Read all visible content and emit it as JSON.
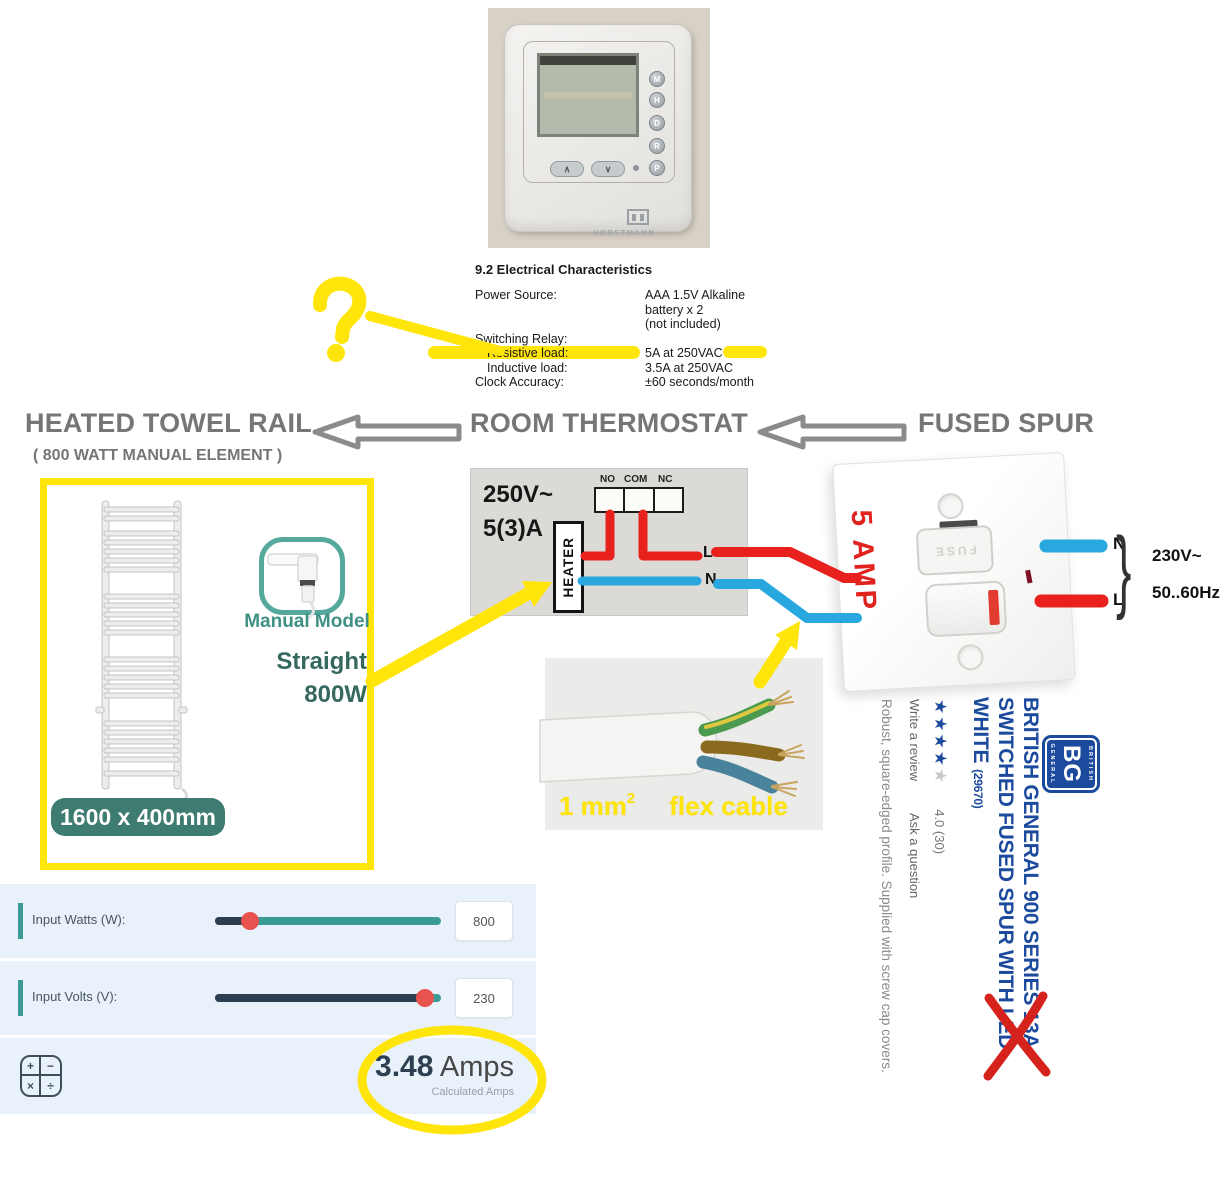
{
  "thermostat_photo": {
    "buttons": [
      "M",
      "H",
      "D",
      "R",
      "P"
    ],
    "up_label": "∧",
    "down_label": "∨",
    "brand": "HORSTMANN"
  },
  "spec": {
    "title": "9.2  Electrical Characteristics",
    "rows": [
      {
        "label": "Power Source:",
        "value": "AAA 1.5V Alkaline"
      },
      {
        "label": "",
        "value": "battery x 2"
      },
      {
        "label": "",
        "value": "(not included)"
      },
      {
        "label": "Switching Relay:",
        "value": ""
      },
      {
        "label": "Resistive load:",
        "value": "5A at 250VAC"
      },
      {
        "label": "Inductive load:",
        "value": "3.5A at 250VAC"
      },
      {
        "label": "Clock Accuracy:",
        "value": "±60 seconds/month"
      }
    ]
  },
  "headings": {
    "left": "HEATED TOWEL RAIL",
    "left_sub": "( 800 WATT MANUAL ELEMENT )",
    "middle": "ROOM THERMOSTAT",
    "right": "FUSED SPUR"
  },
  "towel_rail": {
    "icon_label": "Manual Model",
    "line1": "Straight",
    "line2": "800W",
    "size_badge": "1600 x 400mm"
  },
  "wiring": {
    "voltage": "250V~",
    "amps": "5(3)A",
    "terminals": [
      "NO",
      "COM",
      "NC"
    ],
    "heater": "HEATER",
    "l": "L",
    "n": "N"
  },
  "spur": {
    "amp_note": "5 AMP",
    "fuse": "FUSE",
    "n": "N",
    "l": "L",
    "brace": "}",
    "volt": "230V~",
    "freq": "50..60Hz"
  },
  "cable": {
    "size": "1 mm",
    "sup": "2",
    "label": "flex cable"
  },
  "product": {
    "logo_top": "BRITISH",
    "logo_bg": "BG",
    "logo_bottom": "GENERAL",
    "title1": "BRITISH GENERAL 900 SERIES 13A",
    "title2": "SWITCHED FUSED SPUR WITH LED",
    "title3": "WHITE",
    "title3_code": "(29670)",
    "stars_filled": "★★★★",
    "stars_empty": "★",
    "rating": "4.0  (30)",
    "review_link": "Write a review",
    "question_link": "Ask a question",
    "description": "Robust, square-edged profile. Supplied with screw cap covers."
  },
  "calculator": {
    "rows": [
      {
        "label": "Input Watts (W):",
        "value": "800"
      },
      {
        "label": "Input Volts (V):",
        "value": "230"
      }
    ],
    "icon_symbols": [
      "+",
      "−",
      "×",
      "÷"
    ],
    "result_value": "3.48",
    "result_unit": " Amps",
    "result_caption": "Calculated Amps"
  },
  "colors": {
    "annotation_yellow": "#ffe50a",
    "wire_red": "#e8211d",
    "wire_blue": "#29a8e0",
    "accent_teal": "#3a9a94",
    "navy": "#2e3d4f",
    "thumb_red": "#e8544d",
    "badge_teal": "#3e7b70",
    "product_blue": "#1c4a9c",
    "heading_gray": "#767676"
  }
}
